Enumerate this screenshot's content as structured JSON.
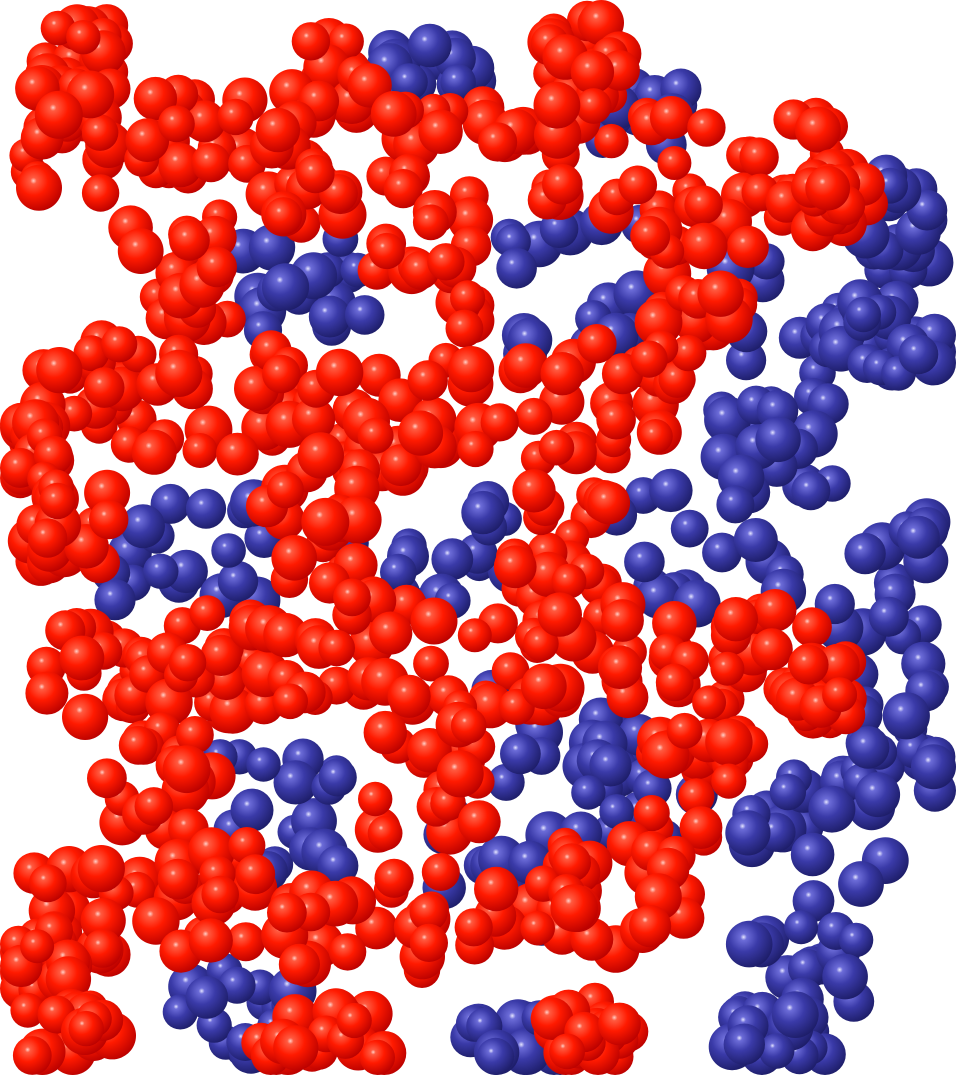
{
  "scene": {
    "kind": "space-filling molecular packing rendering",
    "background": "#ffffff",
    "colors": {
      "network_a": "#ff1a00",
      "network_b": "#3a3aa8"
    },
    "networks": [
      {
        "id": "network-a",
        "color_key": "network_a",
        "layer_order": "front"
      },
      {
        "id": "network-b",
        "color_key": "network_b",
        "layer_order": "back"
      }
    ]
  }
}
